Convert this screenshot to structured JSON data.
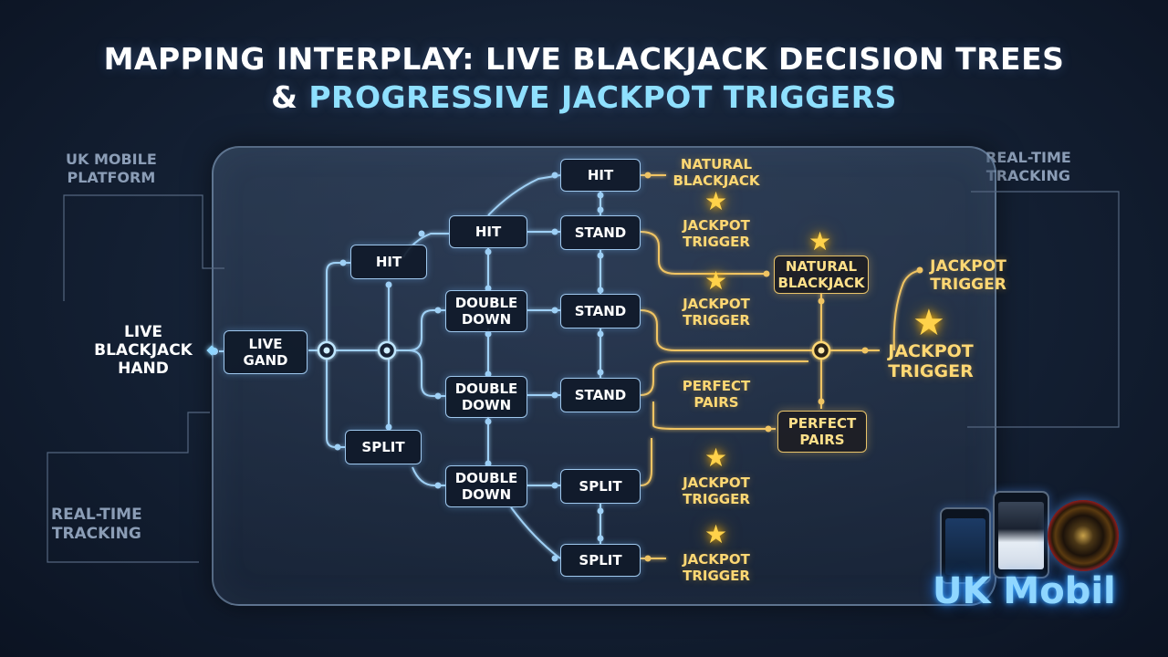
{
  "title": {
    "line1": "MAPPING INTERPLAY: LIVE BLACKJACK DECISION TREES",
    "line2_prefix": "& ",
    "line2_accent": "PROGRESSIVE JACKPOT TRIGGERS"
  },
  "side_labels": {
    "uk_mobile_platform": "UK MOBILE\nPLATFORM",
    "tracking_right": "REAL-TIME\nTRACKING",
    "tracking_left": "REAL-TIME\nTRACKING"
  },
  "root_label": "LIVE\nBLACKJACK\nHAND",
  "nodes": {
    "live_gand": "LIVE\nGAND",
    "hit_l1": "HIT",
    "split_l1": "SPLIT",
    "hit_l2": "HIT",
    "dd_l2a": "DOUBLE\nDOWN",
    "dd_l2b": "DOUBLE\nDOWN",
    "dd_l2c": "DOUBLE\nDOWN",
    "hit_l3": "HIT",
    "stand_l3a": "STAND",
    "stand_l3b": "STAND",
    "stand_l3c": "STAND",
    "split_l3a": "SPLIT",
    "split_l3b": "SPLIT",
    "natural_blackjack_box": "NATURAL\nBLACKJACK",
    "perfect_pairs_box": "PERFECT\nPAIRS"
  },
  "gold_labels": {
    "natural_blackjack_top": "NATURAL\nBLACKJACK",
    "jackpot_trigger_1": "JACKPOT\nTRIGGER",
    "jackpot_trigger_2": "JACKPOT\nTRIGGER",
    "perfect_pairs": "PERFECT\nPAIRS",
    "jackpot_trigger_3": "JACKPOT\nTRIGGER",
    "jackpot_trigger_4": "JACKPOT\nTRIGGER",
    "jackpot_trigger_right_small": "JACKPOT\nTRIGGER",
    "jackpot_trigger_main": "JACKPOT\nTRIGGER"
  },
  "brand": {
    "logo_text": "UK Mobil"
  },
  "colors": {
    "blue_line": "#9fd0f5",
    "gold_line": "#f0c463",
    "accent_title": "#8fe0ff",
    "star": "#ffd24a"
  }
}
